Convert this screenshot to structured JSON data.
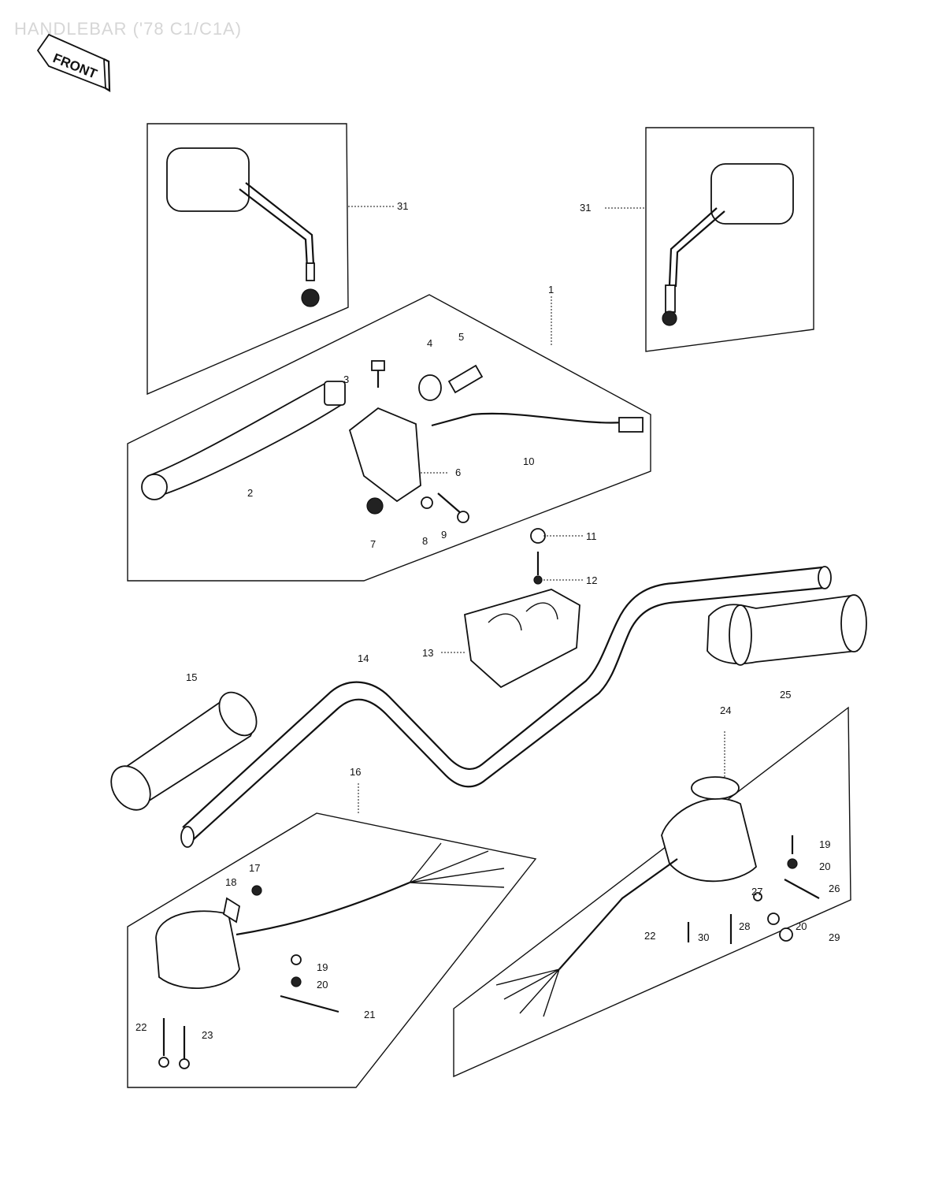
{
  "diagram": {
    "title": "HANDLEBAR ('78 C1/C1A)",
    "front_tag": "FRONT",
    "callouts": [
      {
        "id": "c31a",
        "text": "31"
      },
      {
        "id": "c31b",
        "text": "31"
      },
      {
        "id": "c1",
        "text": "1"
      },
      {
        "id": "c2",
        "text": "2"
      },
      {
        "id": "c3",
        "text": "3"
      },
      {
        "id": "c4",
        "text": "4"
      },
      {
        "id": "c5",
        "text": "5"
      },
      {
        "id": "c6",
        "text": "6"
      },
      {
        "id": "c7",
        "text": "7"
      },
      {
        "id": "c8",
        "text": "8"
      },
      {
        "id": "c9",
        "text": "9"
      },
      {
        "id": "c10",
        "text": "10"
      },
      {
        "id": "c11",
        "text": "11"
      },
      {
        "id": "c12",
        "text": "12"
      },
      {
        "id": "c13",
        "text": "13"
      },
      {
        "id": "c14",
        "text": "14"
      },
      {
        "id": "c15",
        "text": "15"
      },
      {
        "id": "c16",
        "text": "16"
      },
      {
        "id": "c17",
        "text": "17"
      },
      {
        "id": "c18",
        "text": "18"
      },
      {
        "id": "c19a",
        "text": "19"
      },
      {
        "id": "c20a",
        "text": "20"
      },
      {
        "id": "c21",
        "text": "21"
      },
      {
        "id": "c22a",
        "text": "22"
      },
      {
        "id": "c23",
        "text": "23"
      },
      {
        "id": "c24",
        "text": "24"
      },
      {
        "id": "c25",
        "text": "25"
      },
      {
        "id": "c19b",
        "text": "19"
      },
      {
        "id": "c20b",
        "text": "20"
      },
      {
        "id": "c26",
        "text": "26"
      },
      {
        "id": "c27",
        "text": "27"
      },
      {
        "id": "c20c",
        "text": "20"
      },
      {
        "id": "c28",
        "text": "28"
      },
      {
        "id": "c29",
        "text": "29"
      },
      {
        "id": "c22b",
        "text": "22"
      },
      {
        "id": "c30",
        "text": "30"
      }
    ]
  }
}
